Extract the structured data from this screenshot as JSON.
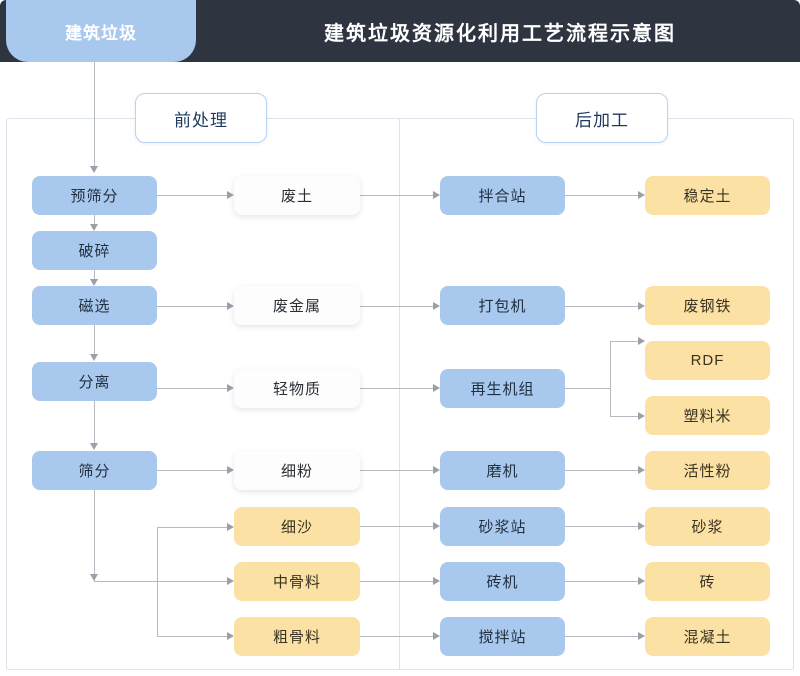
{
  "header": {
    "brand_tab": "建筑垃圾",
    "title": "建筑垃圾资源化利用工艺流程示意图",
    "tab_color": "#a8c8ee",
    "bar_color": "#2e3440"
  },
  "sections": [
    {
      "label": "前处理"
    },
    {
      "label": "后加工"
    }
  ],
  "palette": {
    "blue": "#a8c8ee",
    "yellow": "#fbe1a4",
    "white": "#fdfdfd",
    "connector": "#b5b9c0",
    "frame": "#dde3ec"
  },
  "nodes": {
    "preprocess": [
      {
        "label": "预筛分",
        "style": "blue"
      },
      {
        "label": "破碎",
        "style": "blue"
      },
      {
        "label": "磁选",
        "style": "blue"
      },
      {
        "label": "分离",
        "style": "blue"
      },
      {
        "label": "筛分",
        "style": "blue"
      }
    ],
    "intermediate": [
      {
        "label": "废土",
        "style": "white"
      },
      {
        "label": "废金属",
        "style": "white"
      },
      {
        "label": "轻物质",
        "style": "white"
      },
      {
        "label": "细粉",
        "style": "white"
      },
      {
        "label": "细沙",
        "style": "yellow"
      },
      {
        "label": "中骨料",
        "style": "yellow"
      },
      {
        "label": "粗骨料",
        "style": "yellow"
      }
    ],
    "equipment": [
      {
        "label": "拌合站",
        "style": "blue"
      },
      {
        "label": "打包机",
        "style": "blue"
      },
      {
        "label": "再生机组",
        "style": "blue"
      },
      {
        "label": "磨机",
        "style": "blue"
      },
      {
        "label": "砂浆站",
        "style": "blue"
      },
      {
        "label": "砖机",
        "style": "blue"
      },
      {
        "label": "搅拌站",
        "style": "blue"
      }
    ],
    "products": [
      {
        "label": "稳定土",
        "style": "yellow"
      },
      {
        "label": "废钢铁",
        "style": "yellow"
      },
      {
        "label": "RDF",
        "style": "yellow"
      },
      {
        "label": "塑料米",
        "style": "yellow"
      },
      {
        "label": "活性粉",
        "style": "yellow"
      },
      {
        "label": "砂浆",
        "style": "yellow"
      },
      {
        "label": "砖",
        "style": "yellow"
      },
      {
        "label": "混凝土",
        "style": "yellow"
      }
    ]
  }
}
